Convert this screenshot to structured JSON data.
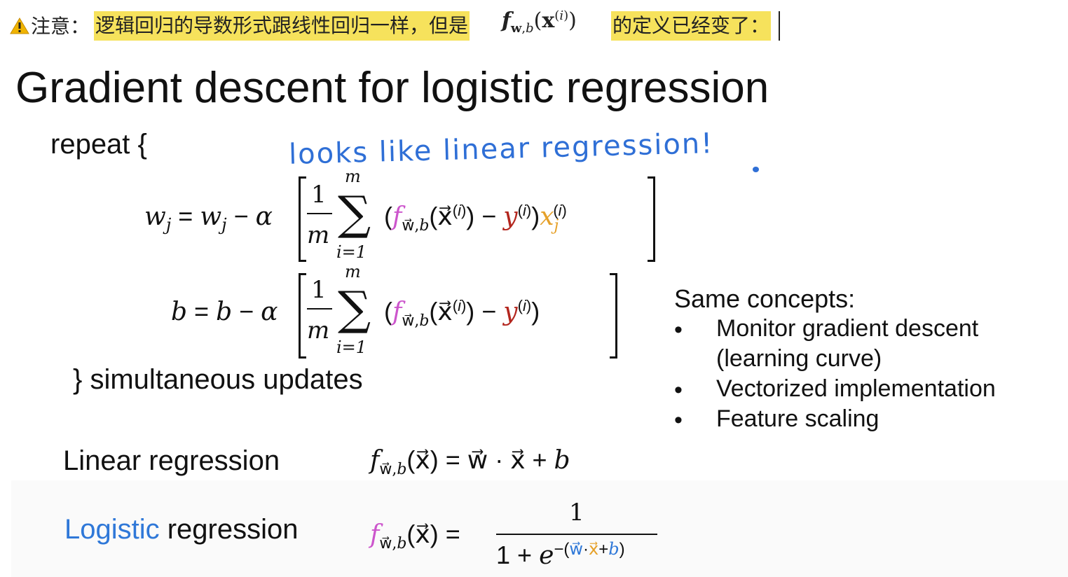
{
  "note": {
    "icon": "warning-icon",
    "prefix": "注意：",
    "highlight_1": "逻辑回归的导数形式跟线性回归一样，但是",
    "math": "f_{w,b}(x^{(i)})",
    "highlight_2": "的定义已经变了："
  },
  "slide": {
    "title": "Gradient descent for logistic regression",
    "repeat": "repeat {",
    "handwritten": "looks like linear regression!",
    "close": "} simultaneous updates",
    "concepts": {
      "title": "Same concepts:",
      "items": [
        "Monitor gradient descent",
        "(learning curve)",
        "Vectorized implementation",
        "Feature scaling"
      ]
    },
    "linear_label": "Linear regression",
    "logistic_label_colored": "Logistic",
    "logistic_label_rest": " regression",
    "colors": {
      "highlight": "#f6e25c",
      "handwriting": "#2f6fd6",
      "magenta": "#cc55cc",
      "red": "#b3261e",
      "orange": "#e6a12a",
      "blue": "#2f78d8"
    }
  }
}
